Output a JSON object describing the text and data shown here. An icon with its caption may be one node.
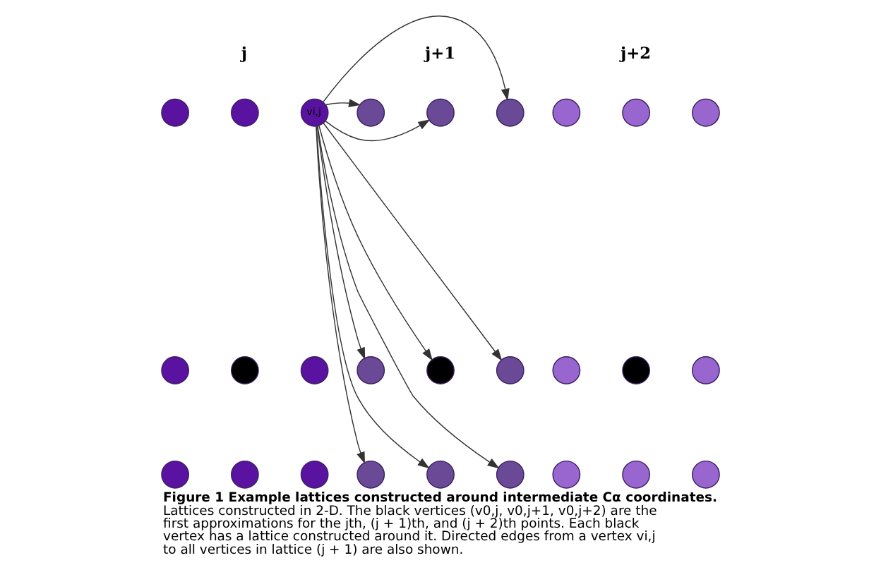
{
  "diagram": {
    "caption": "**Figure 1 Example lattices constructed around intermediate Cα coordinates.** Lattices constructed in 2-D. The black vertices (v0,j, v0,j+1, v0,j+2) are the first approximations for the jth, (j + 1)th, and (j + 2)th points. Each black vertex has a lattice constructed around it. Directed edges from a vertex vi,j to all vertices in lattice (j + 1) are also shown.",
    "nodes": [
      {
        "text": [],
        "shape": "circle"
      },
      {
        "text": [],
        "shape": "circle"
      },
      {
        "text": [
          "vi,j"
        ]
      },
      {
        "text": [],
        "shape": "circle"
      },
      {
        "text": [],
        "shape": "circle"
      },
      {
        "text": [],
        "shape": "circle"
      },
      {
        "text": [],
        "shape": "circle"
      },
      {
        "text": [],
        "shape": "circle"
      },
      {
        "text": [],
        "shape": "circle"
      },
      {
        "text": [],
        "shape": "circle"
      },
      {
        "text": [],
        "shape": "circle"
      },
      {
        "text": [],
        "shape": "circle"
      },
      {
        "text": [],
        "shape": "circle"
      },
      {
        "text": [],
        "shape": "circle"
      },
      {
        "text": [],
        "shape": "circle"
      },
      {
        "text": [],
        "shape": "circle"
      },
      {
        "text": [],
        "shape": "circle"
      },
      {
        "text": [],
        "shape": "circle"
      },
      {
        "text": [],
        "shape": "circle"
      },
      {
        "text": [],
        "shape": "circle"
      },
      {
        "text": [],
        "shape": "circle"
      },
      {
        "text": [],
        "shape": "circle"
      },
      {
        "text": [],
        "shape": "circle"
      },
      {
        "text": [],
        "shape": "circle"
      },
      {
        "text": [],
        "shape": "circle"
      },
      {
        "text": [],
        "shape": "circle"
      },
      {
        "text": [],
        "shape": "circle"
      }
    ],
    "edges": [
      {
        "from": 2,
        "to": 9,
        "arrow": "to"
      },
      {
        "from": 2,
        "to": 10,
        "arrow": "to"
      },
      {
        "from": 2,
        "to": 11,
        "arrow": "to"
      },
      {
        "from": 2,
        "to": 12,
        "arrow": "to"
      },
      {
        "from": 2,
        "to": 13,
        "arrow": "to"
      },
      {
        "from": 2,
        "to": 14,
        "arrow": "to"
      },
      {
        "from": 2,
        "to": 15,
        "arrow": "to"
      },
      {
        "from": 2,
        "to": 16,
        "arrow": "to"
      },
      {
        "from": 2,
        "to": 17,
        "arrow": "to"
      }
    ],
    "labels": [
      "j",
      "j+1",
      "j+2"
    ]
  }
}
